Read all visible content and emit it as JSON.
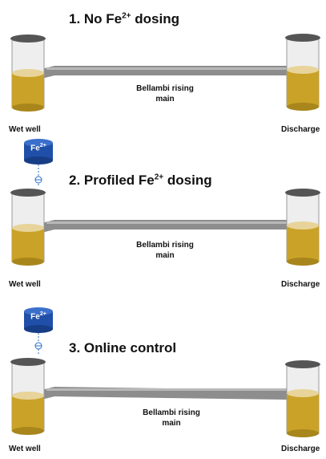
{
  "panels": [
    {
      "title": "1. No Fe",
      "title_sup": "2+",
      "title_suffix": " dosing",
      "pipe_label_line1": "Bellambi rising",
      "pipe_label_line2": "main",
      "left_label": "Wet well",
      "right_label": "Discharge",
      "has_doser": false
    },
    {
      "title": "2. Profiled Fe",
      "title_sup": "2+",
      "title_suffix": " dosing",
      "pipe_label_line1": "Bellambi rising",
      "pipe_label_line2": "main",
      "left_label": "Wet well",
      "right_label": "Discharge",
      "has_doser": true,
      "doser_text": "Fe",
      "doser_sup": "2+"
    },
    {
      "title": "3. Online control",
      "title_sup": "",
      "title_suffix": "",
      "pipe_label_line1": "Bellambi rising",
      "pipe_label_line2": "main",
      "left_label": "Wet well",
      "right_label": "Discharge",
      "has_doser": true,
      "doser_text": "Fe",
      "doser_sup": "2+"
    }
  ],
  "colors": {
    "liquid": "#c9a227",
    "liquid_top": "#e8d49a",
    "liquid_bottom": "#a8861c",
    "cap": "#555555",
    "pipe": "#8c8c8c",
    "doser": "#1f4fa8"
  }
}
